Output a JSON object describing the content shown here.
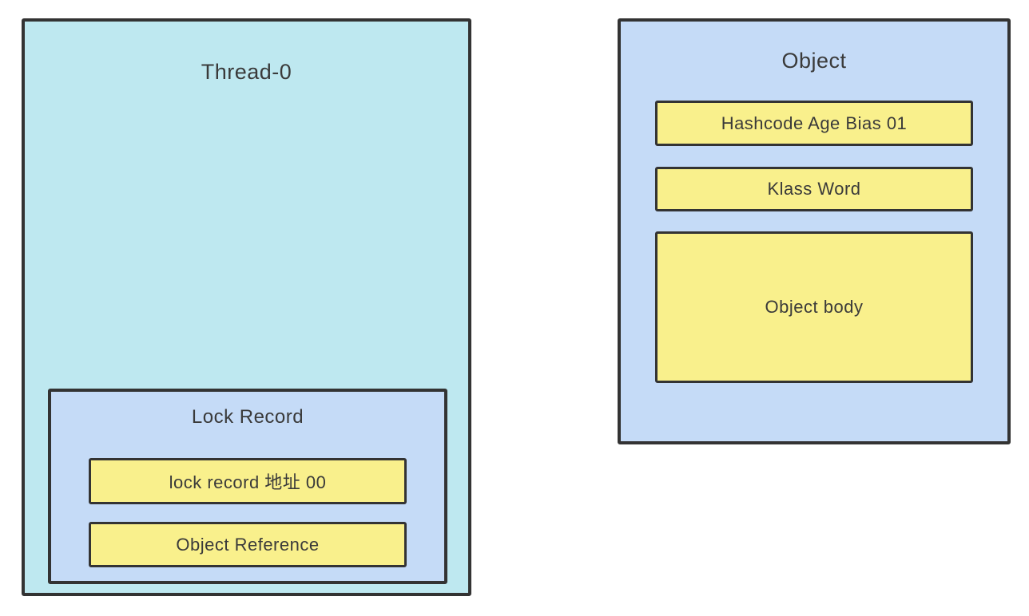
{
  "diagram": {
    "title_hint": "JVM lightweight lock - thread stack lock record and object header",
    "thread_box": {
      "title": "Thread-0",
      "lock_record": {
        "title": "Lock Record",
        "cells": [
          {
            "label": "lock record 地址 00"
          },
          {
            "label": "Object Reference"
          }
        ]
      }
    },
    "object_box": {
      "title": "Object",
      "cells": [
        {
          "label": "Hashcode Age Bias 01"
        },
        {
          "label": "Klass Word"
        },
        {
          "label": "Object body"
        }
      ]
    },
    "colors": {
      "thread_box_bg": "#bee8f0",
      "blue_panel_bg": "#c5dbf7",
      "cell_bg": "#f9f08c",
      "border": "#333333",
      "text": "#3a3a3a",
      "page_bg": "#ffffff"
    }
  }
}
